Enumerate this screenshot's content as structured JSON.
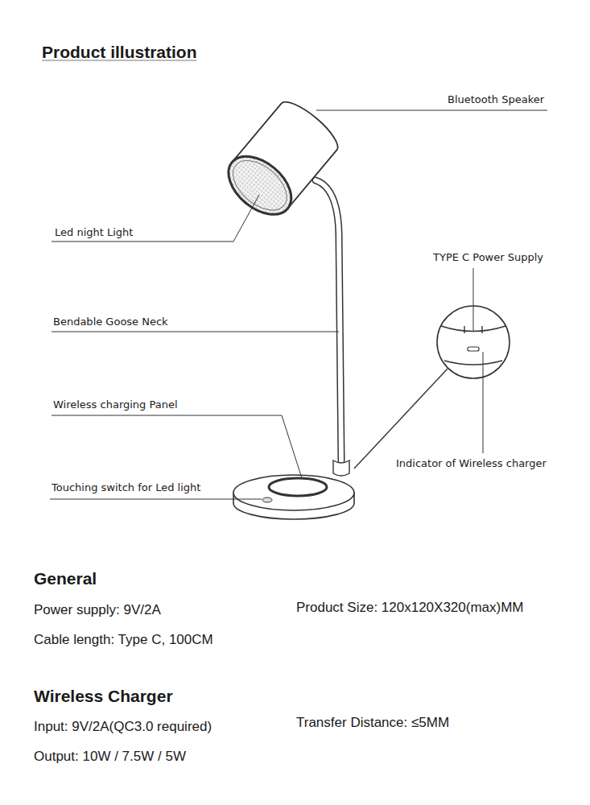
{
  "diagram": {
    "title": "Product illustration",
    "labels": [
      "Bluetooth Speaker",
      "Led night Light",
      "TYPE C Power Supply",
      "Bendable Goose Neck",
      "Wireless charging Panel",
      "Indicator of Wireless charger",
      "Touching switch for Led light",
      "General",
      "Power supply: 9V/2A",
      "Product Size: 120x120X320(max)MM",
      "Cable length: Type C, 100CM",
      "Wireless Charger",
      "Input: 9V/2A(QC3.0 required)",
      "Transfer Distance: ≤5MM",
      "Output: 10W / 7.5W / 5W"
    ]
  }
}
